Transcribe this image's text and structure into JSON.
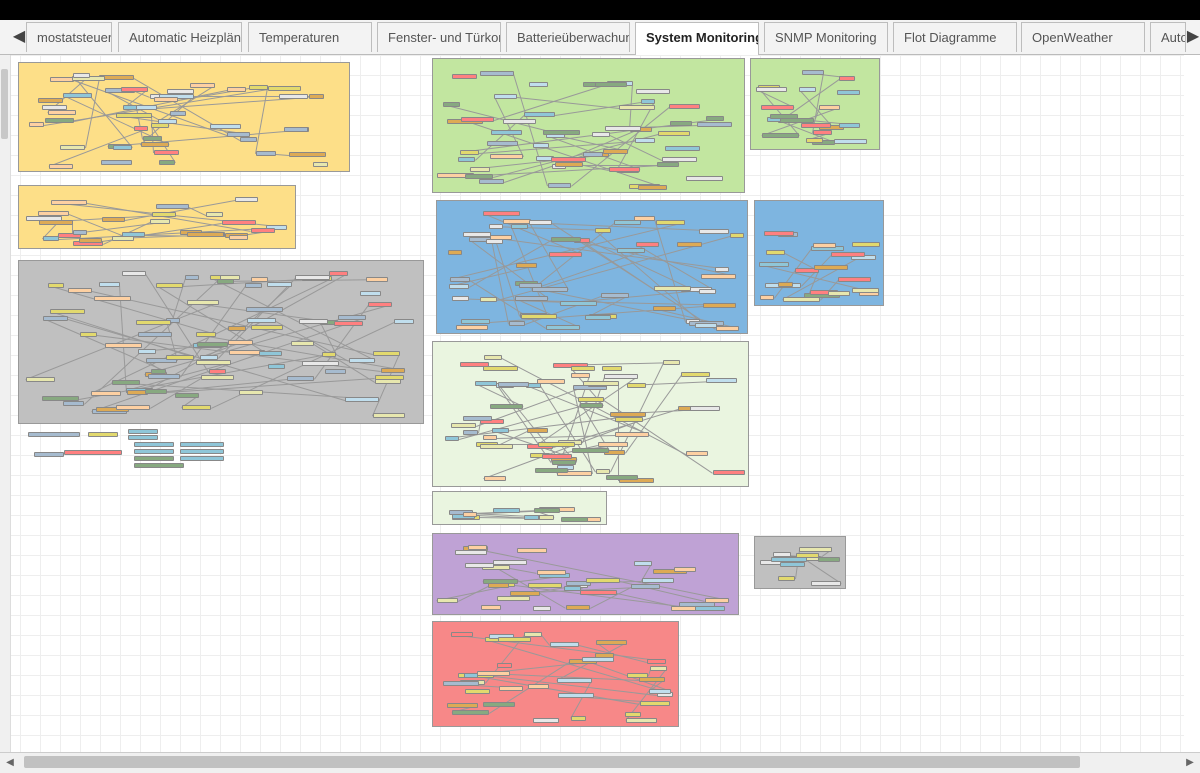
{
  "tabs": [
    {
      "label": "mostatsteuerun",
      "active": false
    },
    {
      "label": "Automatic Heizpläne",
      "active": false
    },
    {
      "label": "Temperaturen",
      "active": false
    },
    {
      "label": "Fenster- und Türkon",
      "active": false
    },
    {
      "label": "Batterieüberwachun",
      "active": false
    },
    {
      "label": "System Monitoring",
      "active": true
    },
    {
      "label": "SNMP Monitoring",
      "active": false
    },
    {
      "label": "Flot Diagramme",
      "active": false
    },
    {
      "label": "OpenWeather",
      "active": false
    },
    {
      "label": "Auto",
      "active": false
    }
  ],
  "nav": {
    "prev": "◀",
    "next": "▶"
  },
  "scroll": {
    "left": "◀",
    "right": "▶"
  },
  "colors": {
    "yellow": "#fddf88",
    "green": "#c2e6a0",
    "blue": "#7eb5e0",
    "gray": "#c0c0c0",
    "lightgreen": "#eaf5e0",
    "purple": "#bfa2d5",
    "red": "#f78888",
    "lightblue": "#dde9f6"
  }
}
